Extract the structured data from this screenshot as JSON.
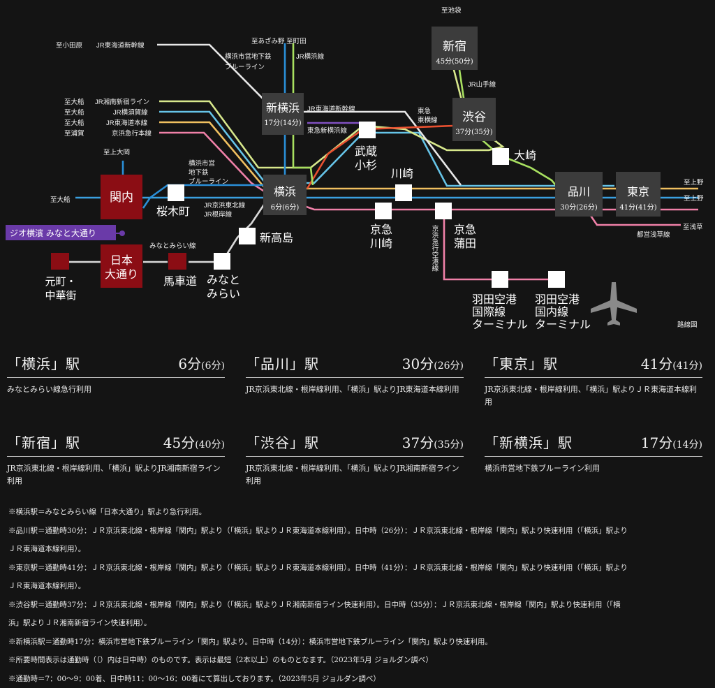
{
  "map": {
    "stations": {
      "shin_yokohama": {
        "name": "新横浜",
        "time": "17分(14分)"
      },
      "shinjuku": {
        "name": "新宿",
        "time": "45分(50分)"
      },
      "shibuya": {
        "name": "渋谷",
        "time": "37分(35分)"
      },
      "yokohama": {
        "name": "横浜",
        "time": "6分(6分)"
      },
      "shinagawa": {
        "name": "品川",
        "time": "30分(26分)"
      },
      "tokyo": {
        "name": "東京",
        "time": "41分(41分)"
      },
      "kannai": "関内",
      "nihon_odori": "日本\n大通り",
      "sakuragicho": "桜木町",
      "shintakashima": "新高島",
      "minatomirai": "みなと\nみらい",
      "bashamichi": "馬車道",
      "motomachi": "元町・\n中華街",
      "musashikosugi": "武蔵\n小杉",
      "kawasaki": "川崎",
      "osaki": "大崎",
      "keikyu_kawasaki": "京急\n川崎",
      "keikyu_kamata": "京急\n蒲田",
      "haneda_intl": "羽田空港\n国際線\nターミナル",
      "haneda_dom": "羽田空港\n国内線\nターミナル"
    },
    "property_label": "ジオ横濱 みなと大通り",
    "labels": {
      "to_ikebukuro": "至池袋",
      "to_odawara": "至小田原",
      "jr_tokaido_shinkansen_1": "JR東海道新幹線",
      "to_azamino_machida": "至あざみ野 至町田",
      "blue_line": "横浜市営地下鉄\nブルーライン",
      "jr_yokohama": "JR横浜線",
      "jr_yamanote": "JR山手線",
      "to_ofuna_1": "至大船",
      "to_ofuna_2": "至大船",
      "to_ofuna_3": "至大船",
      "to_uraga": "至浦賀",
      "jr_shonan": "JR湘南新宿ライン",
      "jr_yokosuka": "JR横須賀線",
      "jr_tokaido_main": "JR東海道本線",
      "keikyu_main": "京浜急行本線",
      "jr_tokaido_shinkansen_2": "JR東海道新幹線",
      "tokyu_shin_yokohama": "東急新横浜線",
      "tokyu_toyoko": "東急\n東横線",
      "to_kamiooka": "至上大岡",
      "blue_line_2": "横浜市営\n地下鉄\nブルーライン",
      "to_ofuna_4": "至大船",
      "jr_keihin": "JR京浜東北線\nJR根岸線",
      "minatomirai_line": "みなとみらい線",
      "keikyu_airport": "京浜急行空港線",
      "to_ueno_1": "至上野",
      "to_ueno_2": "至上野",
      "to_asakusa": "至浅草",
      "toei_asakusa": "都営浅草線",
      "legend_title": "路線図"
    },
    "colors": {
      "jr_keihin": "#3aa0e0",
      "jr_shonan": "#d8e88c",
      "jr_yokosuka": "#66c4e8",
      "jr_tokaido": "#f0c060",
      "keikyu": "#f080a8",
      "blue_line": "#2a8fd8",
      "shinkansen": "#eeeeee",
      "tokyu_toyoko": "#e85030",
      "tokyu_shinyoko": "#8050c0",
      "yamanote": "#a8e060",
      "minatomirai": "#d9d9d9",
      "hub_box": "#3c3c3c",
      "local_box": "#8b0d14",
      "property": "#6a3aa8"
    }
  },
  "cards": [
    {
      "name": "「横浜」駅",
      "time": "6分",
      "offpeak": "(6分)",
      "note": "みなとみらい線急行利用"
    },
    {
      "name": "「品川」駅",
      "time": "30分",
      "offpeak": "(26分)",
      "note": "JR京浜東北線・根岸線利用、「横浜」駅よりJR東海道本線利用"
    },
    {
      "name": "「東京」駅",
      "time": "41分",
      "offpeak": "(41分)",
      "note": "JR京浜東北線・根岸線利用、「横浜」駅よりＪＲ東海道本線利用"
    },
    {
      "name": "「新宿」駅",
      "time": "45分",
      "offpeak": "(40分)",
      "note": "JR京浜東北線・根岸線利用、「横浜」駅よりJR湘南新宿ライン利用"
    },
    {
      "name": "「渋谷」駅",
      "time": "37分",
      "offpeak": "(35分)",
      "note": "JR京浜東北線・根岸線利用、「横浜」駅よりJR湘南新宿ライン利用"
    },
    {
      "name": "「新横浜」駅",
      "time": "17分",
      "offpeak": "(14分)",
      "note": "横浜市営地下鉄ブルーライン利用"
    }
  ],
  "notes": [
    "※横浜駅＝みなとみらい線「日本大通り」駅より急行利用。",
    "※品川駅＝通勤時30分：ＪＲ京浜東北線・根岸線「関内」駅より（「横浜」駅よりＪＲ東海道本線利用）。日中時（26分）：ＪＲ京浜東北線・根岸線「関内」駅より快速利用（「横浜」駅より",
    "ＪＲ東海道本線利用）。",
    "※東京駅＝通勤時41分：ＪＲ京浜東北線・根岸線「関内」駅より（「横浜」駅よりＪＲ東海道本線利用）。日中時（41分）：ＪＲ京浜東北線・根岸線「関内」駅より快速利用（「横浜」駅より",
    "ＪＲ東海道本線利用）。",
    "※渋谷駅＝通勤時37分：ＪＲ京浜東北線・根岸線「関内」駅より（「横浜」駅よりＪＲ湘南新宿ライン快速利用）。日中時（35分）：ＪＲ京浜東北線・根岸線「関内」駅より快速利用（「横",
    "浜」駅よりＪＲ湘南新宿ライン快速利用）。",
    "※新横浜駅＝通勤時17分：横浜市営地下鉄ブルーライン「関内」駅より。日中時（14分）：横浜市営地下鉄ブルーライン「関内」駅より快速利用。",
    "※所要時間表示は通勤時（（）内は日中時）のものです。表示は最短（2本以上）のものとなます。（2023年5月 ジョルダン調べ）",
    "※通勤時＝7：00～9：00着、日中時11：00～16：00着にて算出しております。（2023年5月 ジョルダン調べ）"
  ]
}
